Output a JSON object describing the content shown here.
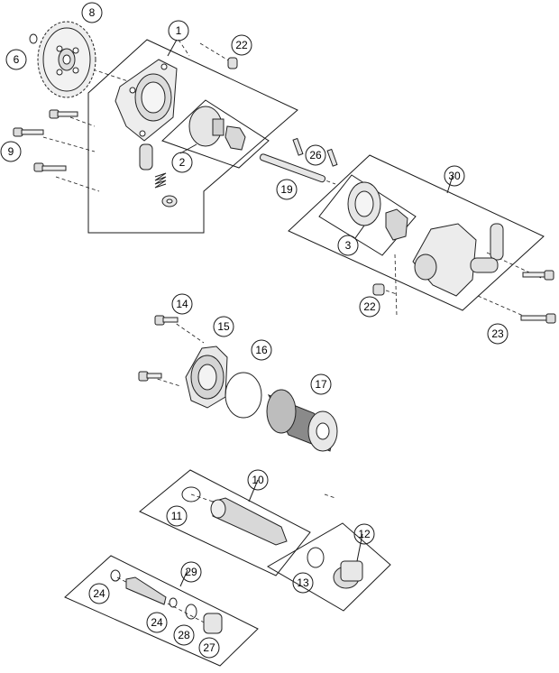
{
  "diagram": {
    "colors": {
      "line": "#1a1a1a",
      "callout_fill": "#ffffff",
      "part_fill": "#f2f2f2",
      "part_shade": "#bdbdbd",
      "part_dark": "#6e6e6e"
    },
    "callouts": {
      "c1": "1",
      "c2": "2",
      "c3": "3",
      "c6": "6",
      "c8": "8",
      "c9": "9",
      "c10": "10",
      "c11": "11",
      "c12": "12",
      "c13": "13",
      "c14": "14",
      "c15": "15",
      "c16": "16",
      "c17": "17",
      "c19": "19",
      "c22a": "22",
      "c22b": "22",
      "c23": "23",
      "c24a": "24",
      "c24b": "24",
      "c26": "26",
      "c27": "27",
      "c28": "28",
      "c29": "29",
      "c30": "30"
    }
  }
}
